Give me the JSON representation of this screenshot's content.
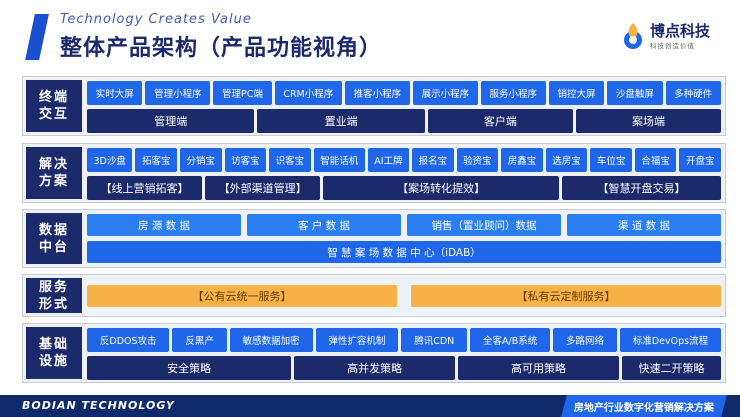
{
  "header": {
    "subtitle": "Technology Creates Value",
    "title": "整体产品架构（产品功能视角）"
  },
  "logo": {
    "name": "博点科技",
    "slogan": "科技创造价值"
  },
  "rows": [
    {
      "label": "终端交互",
      "top_items": [
        "实时大屏",
        "管理小程序",
        "管理PC端",
        "CRM小程序",
        "推客小程序",
        "展示小程序",
        "服务小程序",
        "销控大屏",
        "沙盘触屏",
        "多种硬件"
      ],
      "bottom_items": [
        "管理端",
        "置业端",
        "客户端",
        "案场端"
      ]
    },
    {
      "label": "解决方案",
      "top_items": [
        "3D沙盘",
        "拓客宝",
        "分销宝",
        "访客宝",
        "识客宝",
        "智能话机",
        "AI工牌",
        "报名宝",
        "验资宝",
        "房鑫宝",
        "选房宝",
        "车位宝",
        "合福宝",
        "开盘宝"
      ],
      "bottom_items": [
        "【线上营销拓客】",
        "【外部渠道管理】",
        "【案场转化提效】",
        "【智慧开盘交易】"
      ]
    },
    {
      "label": "数据中台",
      "top_items": [
        "房 源 数 据",
        "客 户 数 据",
        "销售（置业顾问）数据",
        "渠 道 数 据"
      ],
      "bottom_items": [
        "智 慧 案 场 数 据 中 心（iDAB）"
      ]
    },
    {
      "label": "服务形式",
      "items": [
        "【公有云统一服务】",
        "【私有云定制服务】"
      ]
    },
    {
      "label": "基础设施",
      "top_items": [
        "反DDOS攻击",
        "反黑产",
        "敏感数据加密",
        "弹性扩容机制",
        "腾讯CDN",
        "全客A/B系统",
        "多路网络",
        "标准DevOps流程"
      ],
      "bottom_items": [
        "安全策略",
        "高并发策略",
        "高可用策略",
        "快速二开策略"
      ]
    }
  ],
  "footer": {
    "left": "BODIAN TECHNOLOGY",
    "right": "房地产行业数字化营销解决方案"
  },
  "colors": {
    "navy": "#1b2a6b",
    "blue": "#1f66e8",
    "orange": "#f7b246"
  }
}
